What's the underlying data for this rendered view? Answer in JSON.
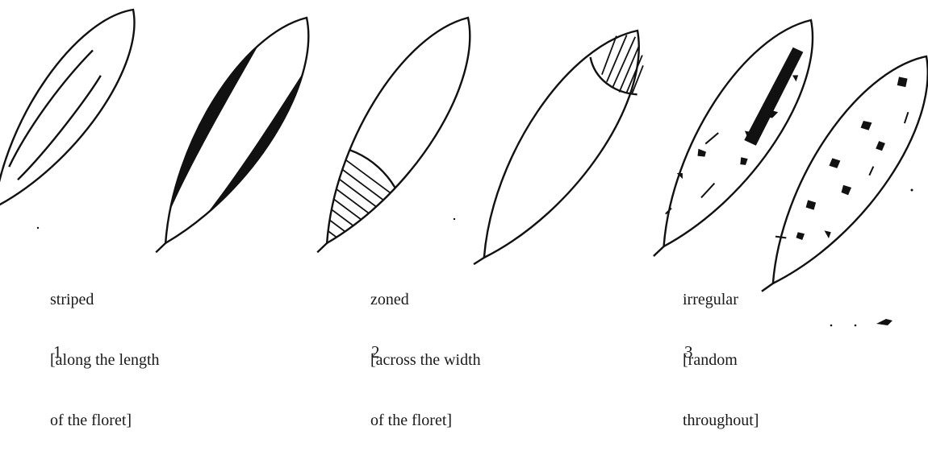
{
  "figure": {
    "panels": [
      {
        "id": "1",
        "label_lines": [
          "striped",
          "[along the length",
          "of the floret]"
        ],
        "number": "1"
      },
      {
        "id": "2",
        "label_lines": [
          "zoned",
          "[across the width",
          "of the floret]"
        ],
        "number": "2"
      },
      {
        "id": "3",
        "label_lines": [
          "irregular",
          "[random",
          "throughout]"
        ],
        "number": "3"
      }
    ]
  },
  "colors": {
    "ink": "#111111",
    "paper": "#ffffff"
  }
}
